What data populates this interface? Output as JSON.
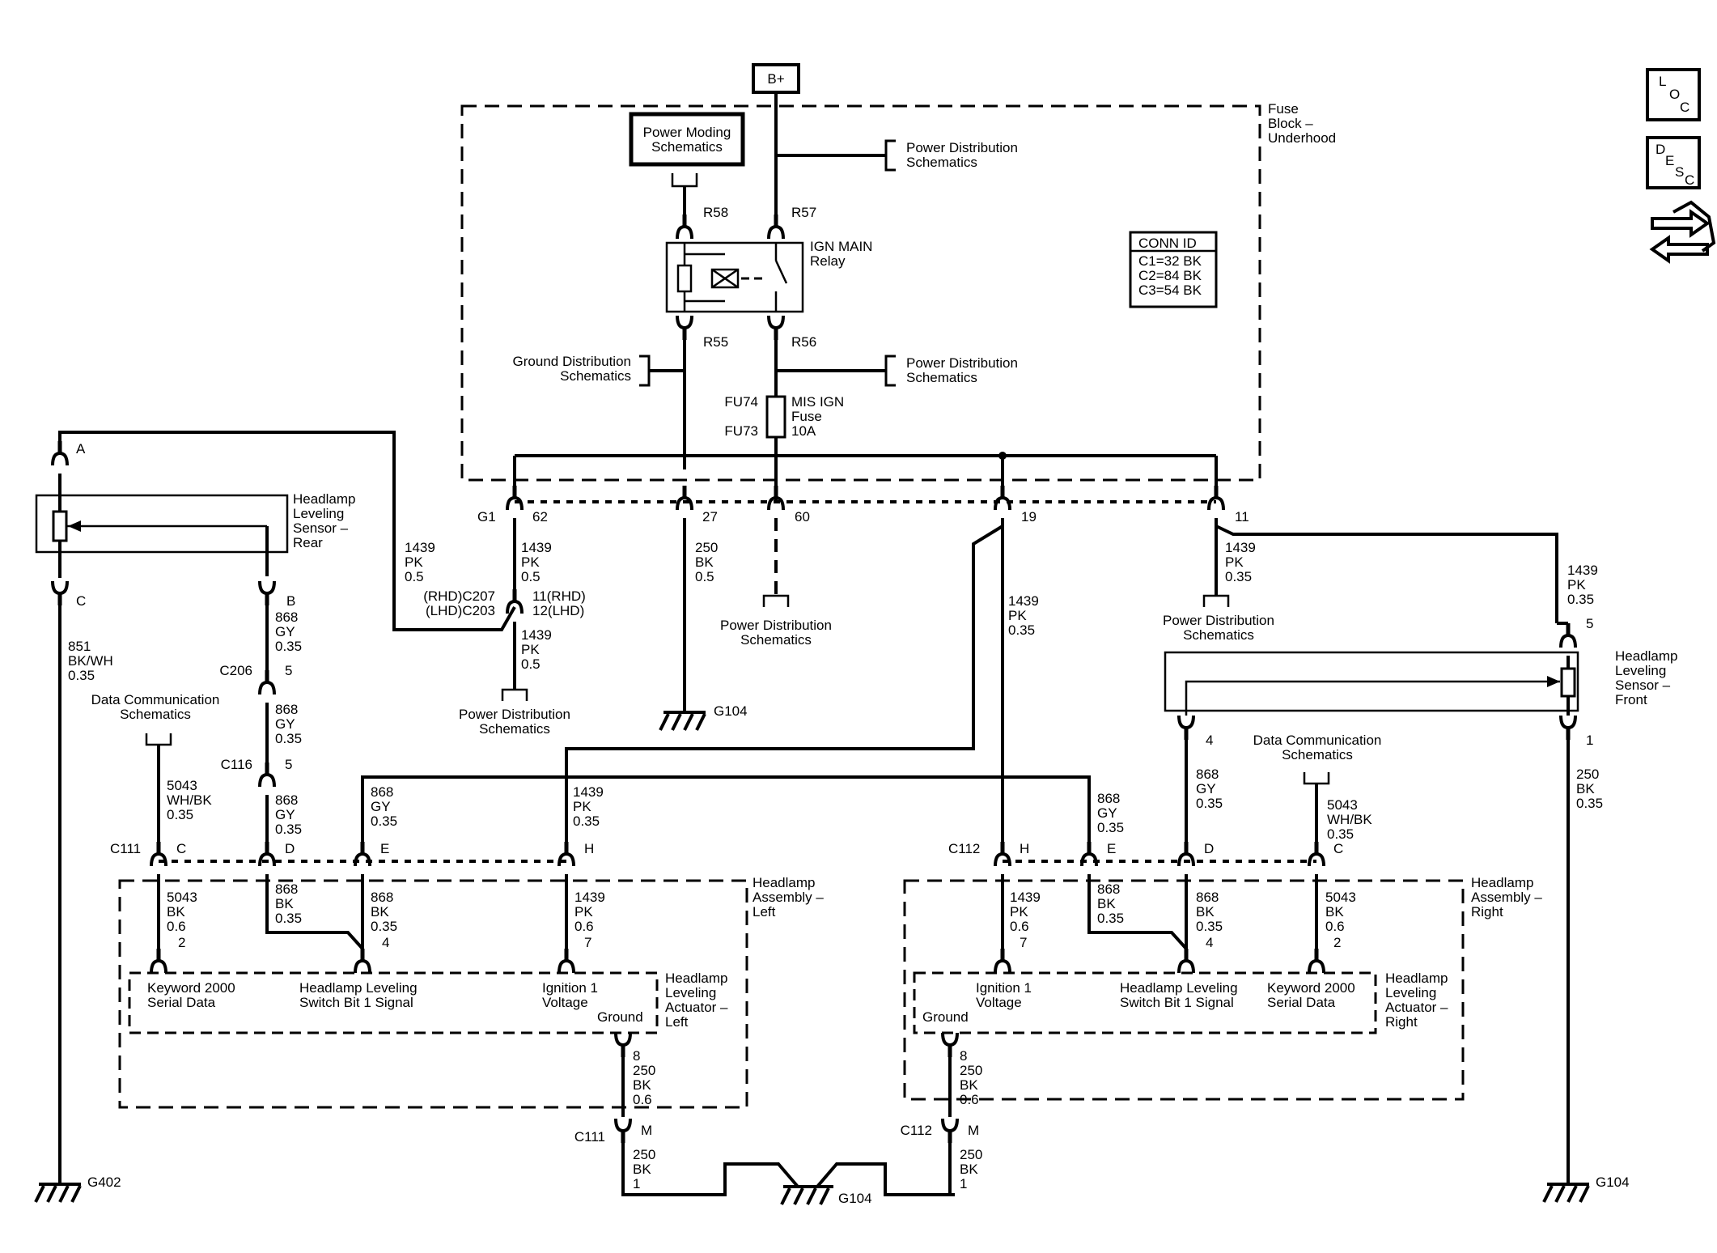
{
  "labels": {
    "b_plus": "B+",
    "fuse_block": [
      "Fuse",
      "Block –",
      "Underhood"
    ],
    "power_moding": [
      "Power Moding",
      "Schematics"
    ],
    "power_dist_1": [
      "Power Distribution",
      "Schematics"
    ],
    "power_dist_2": [
      "Power Distribution",
      "Schematics"
    ],
    "ground_dist": [
      "Ground Distribution",
      "Schematics"
    ],
    "r58": "R58",
    "r57": "R57",
    "r55": "R55",
    "r56": "R56",
    "ign_main_relay": [
      "IGN MAIN",
      "Relay"
    ],
    "conn_id": [
      "CONN ID",
      "C1=32 BK",
      "C2=84 BK",
      "C3=54 BK"
    ],
    "fu74": "FU74",
    "fu73": "FU73",
    "fuse_name": [
      "MIS IGN",
      "Fuse",
      "10A"
    ],
    "g1": "G1",
    "pin_62": "62",
    "pin_27": "27",
    "pin_60": "60",
    "pin_19": "19",
    "pin_11": "11",
    "w_62_a": [
      "1439",
      "PK",
      "0.5"
    ],
    "w_62_b": [
      "1439",
      "PK",
      "0.5"
    ],
    "w_27": [
      "250",
      "BK",
      "0.5"
    ],
    "w_19": [
      "1439",
      "PK",
      "0.35"
    ],
    "w_11_a": [
      "1439",
      "PK",
      "0.35"
    ],
    "w_11_b": [
      "1439",
      "PK",
      "0.35"
    ],
    "c207": [
      "(RHD)C207",
      "(LHD)C203"
    ],
    "c207_pins": [
      "11(RHD)",
      "12(LHD)"
    ],
    "w_c207_below": [
      "1439",
      "PK",
      "0.5"
    ],
    "power_dist_3": [
      "Power Distribution",
      "Schematics"
    ],
    "power_dist_4": [
      "Power Distribution",
      "Schematics"
    ],
    "power_dist_5": [
      "Power Distribution",
      "Schematics"
    ],
    "g104_top": "G104",
    "rear_sensor_pin_a": "A",
    "rear_sensor_pin_c": "C",
    "rear_sensor_pin_b": "B",
    "rear_sensor_name": [
      "Headlamp",
      "Leveling",
      "Sensor –",
      "Rear"
    ],
    "w_851": [
      "851",
      "BK/WH",
      "0.35"
    ],
    "w_868_b": [
      "868",
      "GY",
      "0.35"
    ],
    "c206": "C206",
    "c206_pin": "5",
    "w_868_c206": [
      "868",
      "GY",
      "0.35"
    ],
    "c116": "C116",
    "c116_pin": "5",
    "w_868_c116": [
      "868",
      "GY",
      "0.35"
    ],
    "data_comm_left": [
      "Data Communication",
      "Schematics"
    ],
    "w_5043_left": [
      "5043",
      "WH/BK",
      "0.35"
    ],
    "w_868_e_left": [
      "868",
      "GY",
      "0.35"
    ],
    "w_1439_h_left": [
      "1439",
      "PK",
      "0.35"
    ],
    "c111": "C111",
    "c111_pins": [
      "C",
      "D",
      "E",
      "H"
    ],
    "hl_assy_left": [
      "Headlamp",
      "Assembly –",
      "Left"
    ],
    "w_5043_bk_left": [
      "5043",
      "BK",
      "0.6"
    ],
    "pin_2_left": "2",
    "w_868_bk_d_left": [
      "868",
      "BK",
      "0.35"
    ],
    "w_868_bk_e_left": [
      "868",
      "BK",
      "0.35"
    ],
    "pin_4_left": "4",
    "w_1439_pk_left": [
      "1439",
      "PK",
      "0.6"
    ],
    "pin_7_left": "7",
    "act_left_kw": [
      "Keyword 2000",
      "Serial Data"
    ],
    "act_left_sw": [
      "Headlamp Leveling",
      "Switch Bit 1 Signal"
    ],
    "act_left_ign": [
      "Ignition 1",
      "Voltage"
    ],
    "act_left_gnd": "Ground",
    "act_left_name": [
      "Headlamp",
      "Leveling",
      "Actuator –",
      "Left"
    ],
    "w_250_left": [
      "8",
      "250",
      "BK",
      "0.6"
    ],
    "c111_m": "C111",
    "pin_m_left": "M",
    "w_250_left_b": [
      "250",
      "BK",
      "1"
    ],
    "g104_bottom": "G104",
    "g402": "G402",
    "w_1439_c112_h": [
      "1439",
      "PK",
      "0.35"
    ],
    "w_868_c112_e": [
      "868",
      "GY",
      "0.35"
    ],
    "front_sensor_pin_5": "5",
    "front_sensor_pin_4": "4",
    "front_sensor_pin_1": "1",
    "front_sensor_name": [
      "Headlamp",
      "Leveling",
      "Sensor –",
      "Front"
    ],
    "data_comm_right": [
      "Data Communication",
      "Schematics"
    ],
    "w_868_d_right": [
      "868",
      "GY",
      "0.35"
    ],
    "w_5043_right": [
      "5043",
      "WH/BK",
      "0.35"
    ],
    "w_250_front": [
      "250",
      "BK",
      "0.35"
    ],
    "c112": "C112",
    "c112_pins": [
      "H",
      "E",
      "D",
      "C"
    ],
    "hl_assy_right": [
      "Headlamp",
      "Assembly –",
      "Right"
    ],
    "w_1439_pk_right": [
      "1439",
      "PK",
      "0.6"
    ],
    "pin_7_right": "7",
    "w_868_bk_e_right": [
      "868",
      "BK",
      "0.35"
    ],
    "w_868_bk_d_right": [
      "868",
      "BK",
      "0.35"
    ],
    "pin_4_right": "4",
    "w_5043_bk_right": [
      "5043",
      "BK",
      "0.6"
    ],
    "pin_2_right": "2",
    "act_right_ign": [
      "Ignition 1",
      "Voltage"
    ],
    "act_right_sw": [
      "Headlamp Leveling",
      "Switch Bit 1 Signal"
    ],
    "act_right_kw": [
      "Keyword 2000",
      "Serial Data"
    ],
    "act_right_gnd": "Ground",
    "act_right_name": [
      "Headlamp",
      "Leveling",
      "Actuator –",
      "Right"
    ],
    "w_250_right": [
      "8",
      "250",
      "BK",
      "0.6"
    ],
    "c112_m": "C112",
    "pin_m_right": "M",
    "w_250_right_b": [
      "250",
      "BK",
      "1"
    ],
    "g104_right": "G104",
    "loc": [
      "L",
      "O",
      "C"
    ],
    "desc": [
      "D",
      "E",
      "S",
      "C"
    ]
  },
  "icons": [
    "loc-icon",
    "desc-icon",
    "navigation-arrows-icon",
    "ground-symbol-icon",
    "relay-icon",
    "fuse-icon",
    "sensor-icon"
  ]
}
